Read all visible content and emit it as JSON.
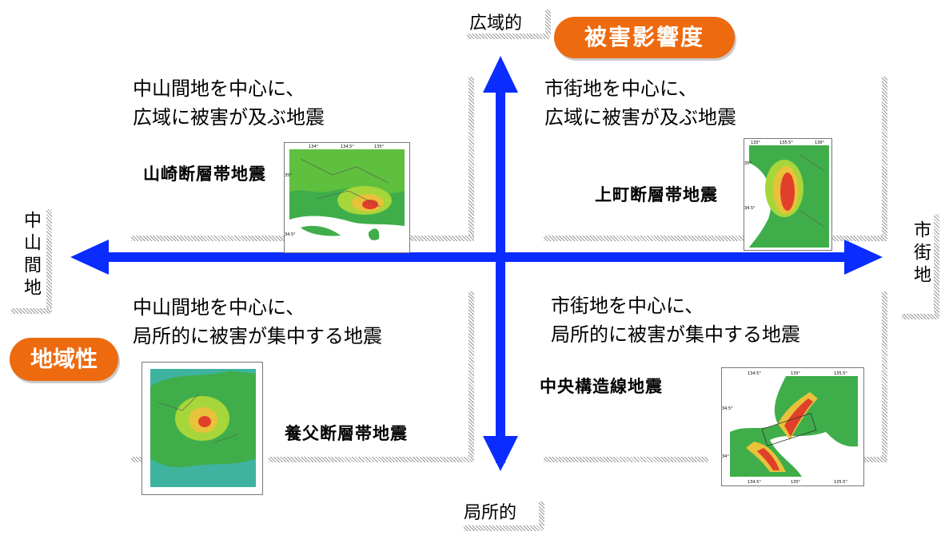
{
  "axes": {
    "top": "広域的",
    "bottom": "局所的",
    "left": "中山間地",
    "right": "市街地"
  },
  "badges": {
    "damage_impact": "被害影響度",
    "regionality": "地域性"
  },
  "quadrants": {
    "top_left": {
      "description": "中山間地を中心に、\n広域に被害が及ぶ地震",
      "earthquake": "山崎断層帯地震"
    },
    "top_right": {
      "description": "市街地を中心に、\n広域に被害が及ぶ地震",
      "earthquake": "上町断層帯地震"
    },
    "bottom_left": {
      "description": "中山間地を中心に、\n局所的に被害が集中する地震",
      "earthquake": "養父断層帯地震"
    },
    "bottom_right": {
      "description": "市街地を中心に、\n局所的に被害が集中する地震",
      "earthquake": "中央構造線地震"
    }
  },
  "map_ticks": {
    "yamasaki": {
      "top": [
        "134°",
        "134.5°",
        "135°"
      ],
      "left": [
        "35°",
        "34.5°"
      ]
    },
    "uemachi": {
      "top": [
        "135°",
        "135.5°",
        "136°"
      ],
      "left": [
        "35°",
        "34.5°"
      ]
    },
    "chuo": {
      "top": [
        "134.5°",
        "135°",
        "135.5°"
      ],
      "left": [
        "34.5°",
        "34°"
      ],
      "bottom": [
        "134.5°",
        "135°",
        "135.5°"
      ]
    }
  },
  "colors": {
    "axis_arrow": "#0a2cff",
    "badge": "#ee6a0f",
    "map_sea": "#ffffff",
    "map_land_low": "#3fae4a",
    "map_land_mid": "#a7d63a",
    "map_land_high": "#e8c23a",
    "map_hot": "#e0402a"
  }
}
